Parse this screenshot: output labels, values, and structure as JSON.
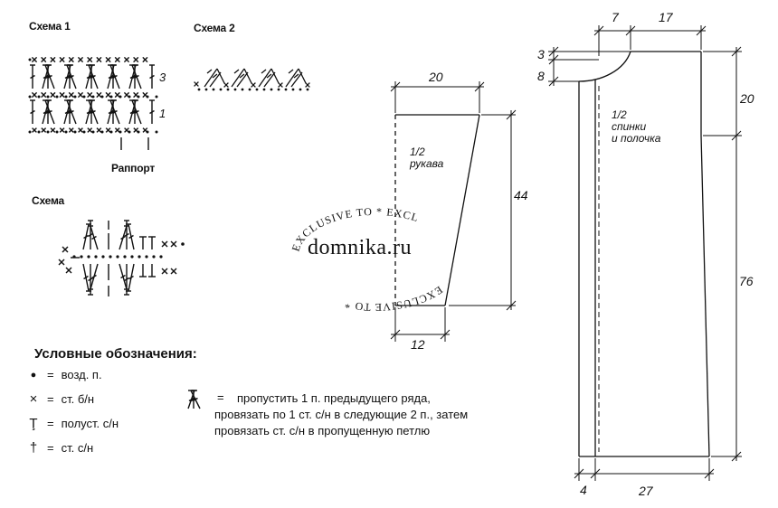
{
  "schemes": {
    "scheme1_title": "Схема 1",
    "scheme2_title": "Схема 2",
    "scheme3_title": "Схема",
    "row_labels": [
      "3",
      "1"
    ],
    "rapport": "Раппорт"
  },
  "pattern_pieces": {
    "sleeve": {
      "label_line1": "1/2",
      "label_line2": "рукава",
      "top_width": "20",
      "bottom_width": "12",
      "height": "44"
    },
    "body": {
      "label_line1": "1/2",
      "label_line2": "спинки",
      "label_line3": "и полочка",
      "neck_width": "7",
      "shoulder_width": "17",
      "neck_drop_small": "3",
      "neck_drop": "8",
      "armhole": "20",
      "length": "76",
      "edge_strip": "4",
      "bottom_width": "27"
    }
  },
  "watermark": {
    "arc_top": "EXCLUSIVE TO * EXCL",
    "main": "domnika.ru",
    "arc_bottom": "EXCLUSIVE TO *"
  },
  "legend": {
    "title": "Условные обозначения:",
    "items": [
      {
        "symbol": "●",
        "eq": "=",
        "text": "возд. п."
      },
      {
        "symbol": "×",
        "eq": "=",
        "text": "ст. б/н"
      },
      {
        "symbol": "Ţ",
        "eq": "=",
        "text": "полуст. с/н"
      },
      {
        "symbol": "†",
        "eq": "=",
        "text": "ст. с/н"
      }
    ],
    "complex_eq": "=",
    "complex_text": "пропустить 1 п. предыдущего ряда, провязать по 1 ст. с/н в следующие 2 п., затем провязать ст. с/н в пропущенную петлю"
  }
}
